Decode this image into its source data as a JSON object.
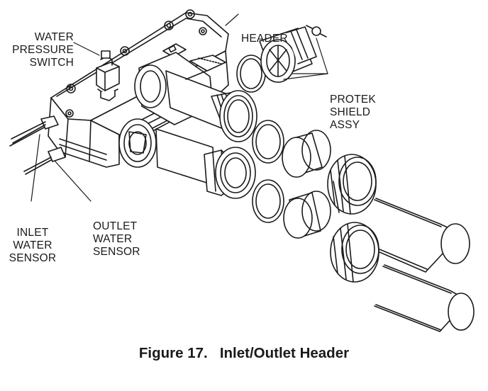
{
  "labels": {
    "water_pressure_switch": [
      "WATER",
      "PRESSURE",
      "SWITCH"
    ],
    "header": [
      "HEADER"
    ],
    "protek_shield_assy": [
      "PROTEK",
      "SHIELD",
      "ASSY"
    ],
    "inlet_water_sensor": [
      "INLET",
      "WATER",
      "SENSOR"
    ],
    "outlet_water_sensor": [
      "OUTLET",
      "WATER",
      "SENSOR"
    ]
  },
  "caption": "Figure 17.   Inlet/Outlet Header"
}
